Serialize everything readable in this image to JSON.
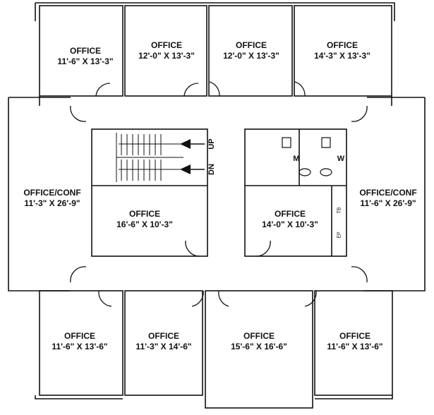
{
  "rooms": {
    "top_1": {
      "name": "OFFICE",
      "size": "11'-6\" X 13'-3\""
    },
    "top_2": {
      "name": "OFFICE",
      "size": "12'-0\" X 13'-3\""
    },
    "top_3": {
      "name": "OFFICE",
      "size": "12'-0\" X 13'-3\""
    },
    "top_4": {
      "name": "OFFICE",
      "size": "14'-3\" X 13'-3\""
    },
    "left_conf": {
      "name": "OFFICE/CONF",
      "size": "11'-3\" X 26'-9\""
    },
    "right_conf": {
      "name": "OFFICE/CONF",
      "size": "11'-6\" X 26'-9\""
    },
    "center_left": {
      "name": "OFFICE",
      "size": "16'-6\" X 10'-3\""
    },
    "center_right": {
      "name": "OFFICE",
      "size": "14'-0\" X 10'-3\""
    },
    "bottom_1": {
      "name": "OFFICE",
      "size": "11'-6\" X 13'-6\""
    },
    "bottom_2": {
      "name": "OFFICE",
      "size": "11'-3\" X 14'-6\""
    },
    "bottom_3": {
      "name": "OFFICE",
      "size": "15'-6\" X 16'-6\""
    },
    "bottom_4": {
      "name": "OFFICE",
      "size": "11'-6\" X 13'-6\""
    }
  },
  "stairs": {
    "up_label": "UP",
    "down_label": "DN"
  },
  "restrooms": {
    "men_label": "M",
    "women_label": "W"
  },
  "closet": {
    "tb_label": "TB",
    "ep_label": "EP"
  }
}
